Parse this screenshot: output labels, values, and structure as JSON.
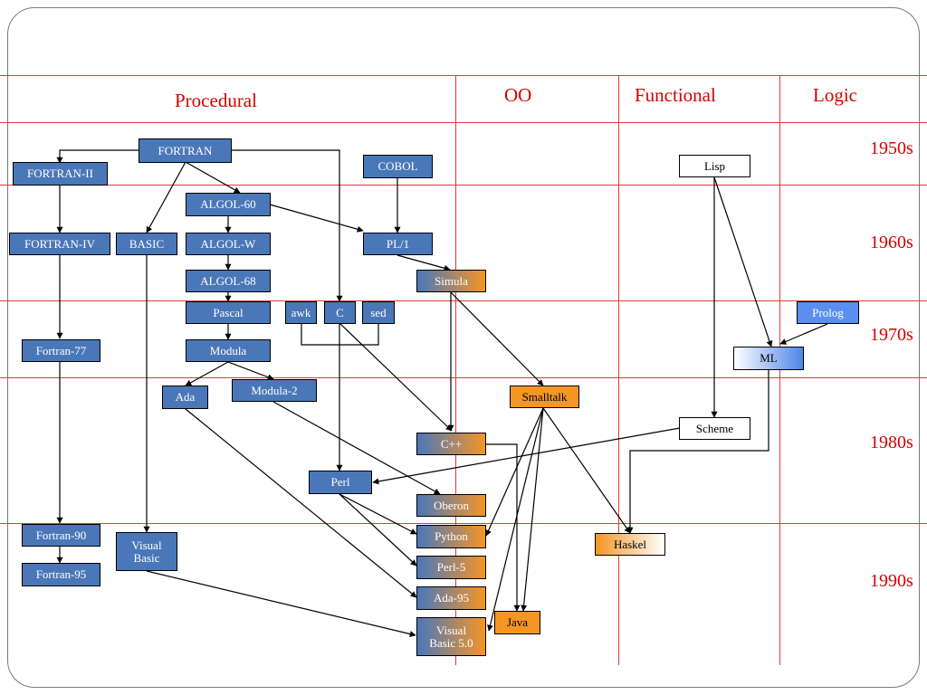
{
  "categories": {
    "procedural": "Procedural",
    "oo": "OO",
    "functional": "Functional",
    "logic": "Logic"
  },
  "decades": {
    "d1950s": "1950s",
    "d1960s": "1960s",
    "d1970s": "1970s",
    "d1980s": "1980s",
    "d1990s": "1990s"
  },
  "nodes": {
    "fortran": "FORTRAN",
    "fortran_ii": "FORTRAN-II",
    "cobol": "COBOL",
    "lisp": "Lisp",
    "algol_60": "ALGOL-60",
    "fortran_iv": "FORTRAN-IV",
    "basic": "BASIC",
    "algol_w": "ALGOL-W",
    "pl1": "PL/1",
    "algol_68": "ALGOL-68",
    "simula": "Simula",
    "pascal": "Pascal",
    "awk": "awk",
    "c": "C",
    "sed": "sed",
    "prolog": "Prolog",
    "fortran_77": "Fortran-77",
    "modula": "Modula",
    "ml": "ML",
    "ada": "Ada",
    "modula_2": "Modula-2",
    "smalltalk": "Smalltalk",
    "scheme": "Scheme",
    "cpp": "C++",
    "perl": "Perl",
    "oberon": "Oberon",
    "fortran_90": "Fortran-90",
    "visual_basic": "Visual\nBasic",
    "python": "Python",
    "haskel": "Haskel",
    "fortran_95": "Fortran-95",
    "perl_5": "Perl-5",
    "ada_95": "Ada-95",
    "java": "Java",
    "visual_basic_5": "Visual\nBasic 5.0"
  },
  "colors": {
    "grid_line": "#e03a3a",
    "label_red": "#d40000",
    "node_blue": "#4a77b8",
    "node_orange": "#f59524",
    "edge": "#000000"
  }
}
